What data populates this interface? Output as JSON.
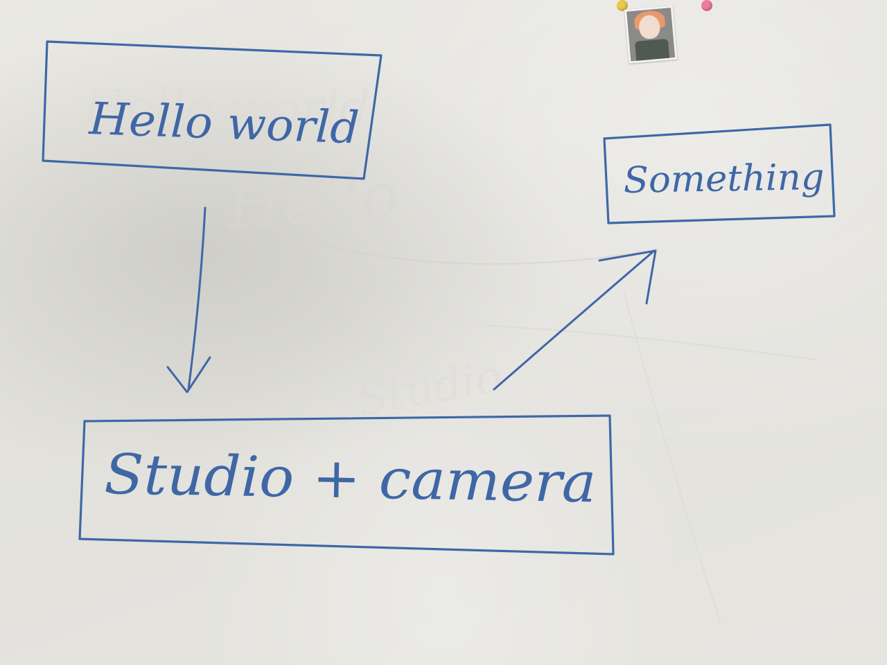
{
  "colors": {
    "marker": "#3f67a6",
    "board": "#e6e5e0"
  },
  "diagram": {
    "nodes": [
      {
        "id": "hello",
        "label": "Hello world"
      },
      {
        "id": "studio",
        "label": "Studio + camera"
      },
      {
        "id": "something",
        "label": "Something"
      }
    ],
    "edges": [
      {
        "from": "hello",
        "to": "studio"
      },
      {
        "from": "studio",
        "to": "something"
      }
    ]
  },
  "decor": {
    "pinned_photo": "anime-character-sticker",
    "pins": [
      "yellow-pushpin",
      "pink-pushpin"
    ]
  }
}
